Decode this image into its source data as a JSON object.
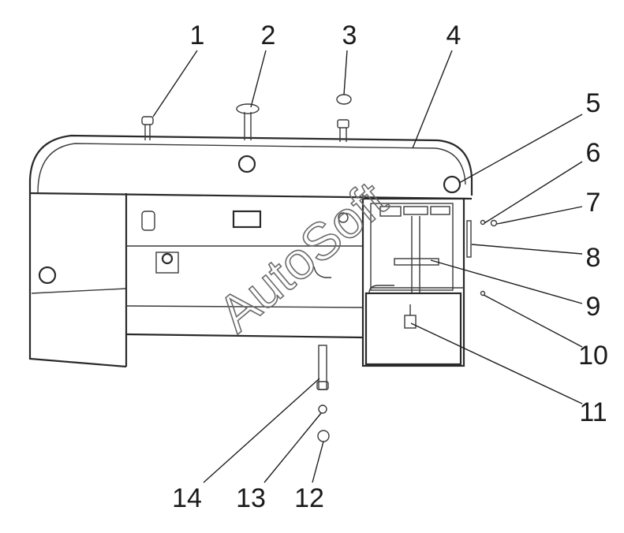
{
  "callouts": [
    "1",
    "2",
    "3",
    "4",
    "5",
    "6",
    "7",
    "8",
    "9",
    "10",
    "11",
    "12",
    "13",
    "14"
  ],
  "watermark": "AutoSoft"
}
